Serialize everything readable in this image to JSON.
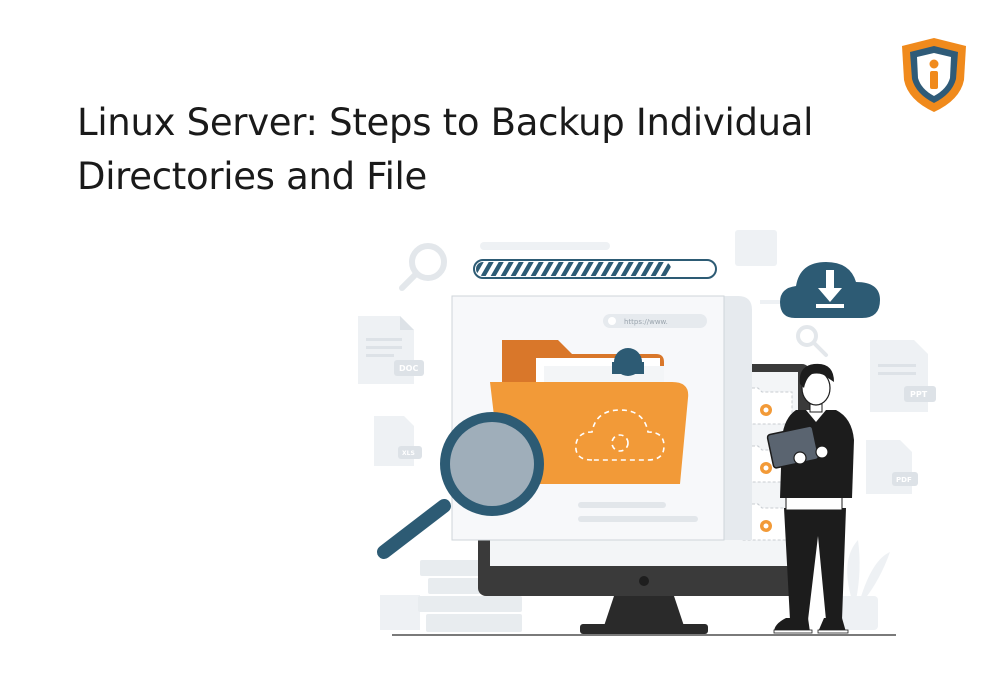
{
  "header": {
    "title_line1": "Linux Server: Steps to Backup Individual",
    "title_line2": "Directories and File"
  },
  "logo": {
    "icon": "shield-info-logo-icon",
    "colors": {
      "outer": "#f08a1c",
      "inner": "#2f5b78"
    }
  },
  "illustration": {
    "browser_url": "https://www.",
    "file_tags": {
      "doc": "DOC",
      "xls": "XLS",
      "ppt": "PPT",
      "pdf": "PDF"
    },
    "colors": {
      "navy": "#2d5b74",
      "folder": "#f29a38",
      "folder_dark": "#d9772a",
      "gray": "#e9edf1"
    }
  }
}
